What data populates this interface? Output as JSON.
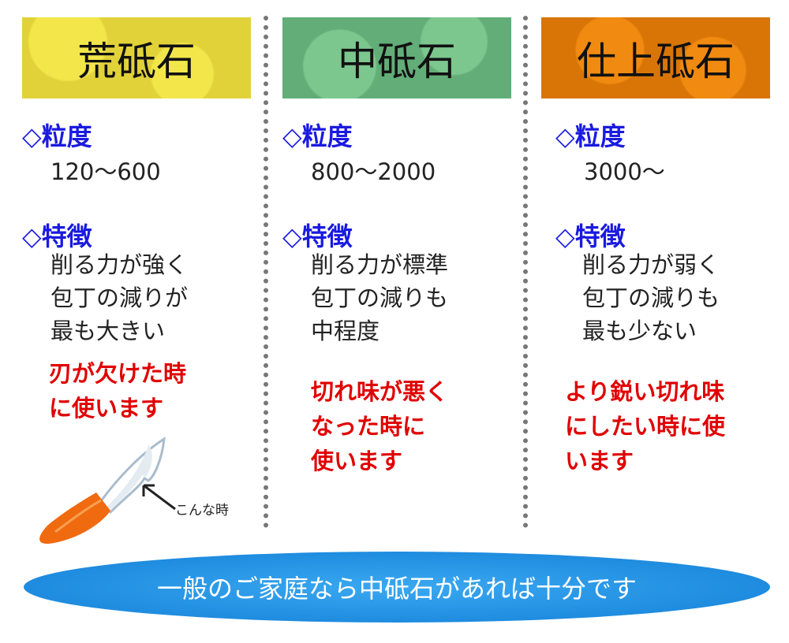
{
  "columns": [
    {
      "title": "荒砥石",
      "grit_label": "◇粒度",
      "grit": "120〜600",
      "feature_label": "◇特徴",
      "features": [
        "削る力が強く",
        "包丁の減りが",
        "最も大きい"
      ],
      "usage": [
        "刃が欠けた時",
        "に使います"
      ]
    },
    {
      "title": "中砥石",
      "grit_label": "◇粒度",
      "grit": "800〜2000",
      "feature_label": "◇特徴",
      "features": [
        "削る力が標準",
        "包丁の減りも",
        "中程度"
      ],
      "usage": [
        "切れ味が悪く",
        "なった時に",
        "使います"
      ]
    },
    {
      "title": "仕上砥石",
      "grit_label": "◇粒度",
      "grit": "3000〜",
      "feature_label": "◇特徴",
      "features": [
        "削る力が弱く",
        "包丁の減りも",
        "最も少ない"
      ],
      "usage": [
        "より鋭い切れ味",
        "にしたい時に使",
        "います"
      ]
    }
  ],
  "knife_note": "こんな時",
  "footer": "一般のご家庭なら中砥石があれば十分です",
  "colors": {
    "rough": "#e2d23a",
    "medium": "#62ad78",
    "finish": "#d97506",
    "label": "#1a1ae0",
    "usage": "#e00000",
    "banner": "#1380d8"
  }
}
